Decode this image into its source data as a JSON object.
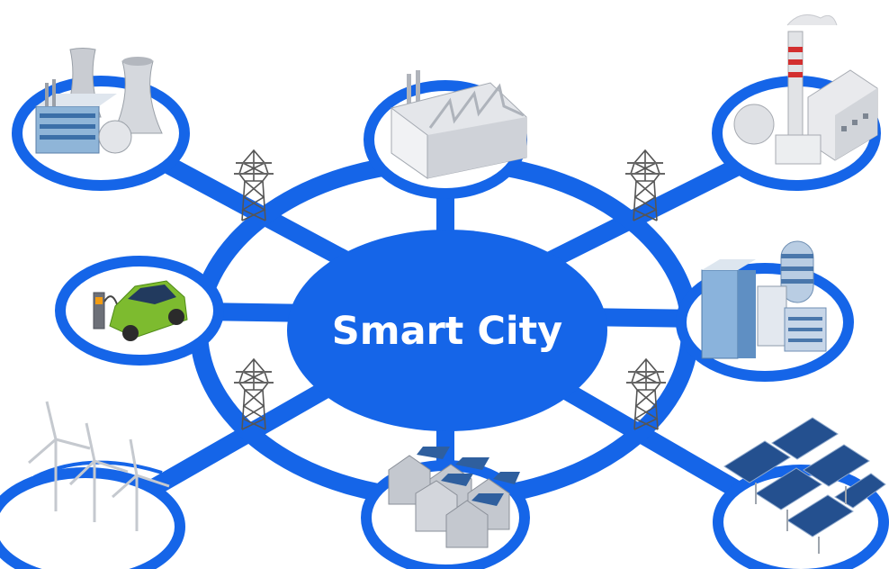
{
  "hub": {
    "label": "Smart City"
  },
  "colors": {
    "network_blue": "#1565e8",
    "node_fill": "#ffffff",
    "background": "#ffffff"
  },
  "nodes": [
    {
      "id": "nuclear-plant",
      "icon": "nuclear-plant-icon"
    },
    {
      "id": "factory",
      "icon": "factory-icon"
    },
    {
      "id": "thermal-power-plant",
      "icon": "power-plant-smokestack-icon"
    },
    {
      "id": "electric-vehicle-charging",
      "icon": "electric-car-charging-icon"
    },
    {
      "id": "office-buildings",
      "icon": "office-buildings-icon"
    },
    {
      "id": "wind-farm",
      "icon": "wind-turbine-icon"
    },
    {
      "id": "residential-solar-houses",
      "icon": "solar-houses-icon"
    },
    {
      "id": "solar-farm",
      "icon": "solar-panel-array-icon"
    }
  ],
  "pylons": [
    {
      "id": "pylon-top-left",
      "icon": "transmission-tower-icon"
    },
    {
      "id": "pylon-top-right",
      "icon": "transmission-tower-icon"
    },
    {
      "id": "pylon-bottom-left",
      "icon": "transmission-tower-icon"
    },
    {
      "id": "pylon-bottom-right",
      "icon": "transmission-tower-icon"
    }
  ]
}
